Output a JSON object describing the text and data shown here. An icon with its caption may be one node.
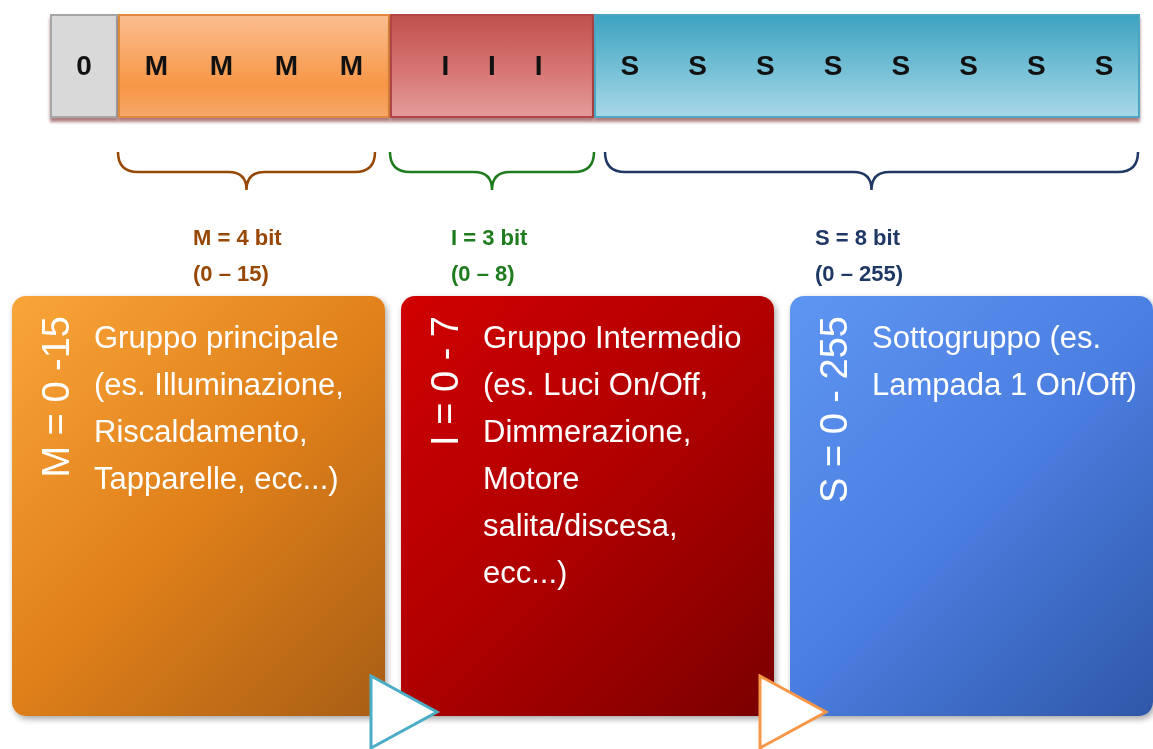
{
  "diagram": {
    "nodes": [
      {
        "text": [
          "0"
        ]
      },
      {
        "text": [
          "M",
          "M",
          "M",
          "M"
        ]
      },
      {
        "text": [
          "I",
          "I",
          "I"
        ]
      },
      {
        "text": [
          "S",
          "S",
          "S",
          "S",
          "S",
          "S",
          "S",
          "S"
        ]
      },
      {
        "text": [
          "M = 0 -15",
          "Gruppo principale (es. Illuminazione, Riscaldamento, Tapparelle, ecc...)"
        ]
      },
      {
        "text": [
          "I = 0 - 7",
          "Gruppo Intermedio (es. Luci On/Off, Dimmerazione, Motore salita/discesa, ecc...)"
        ]
      },
      {
        "text": [
          "S = 0 - 255",
          "Sottogruppo (es. Lampada 1 On/Off)"
        ]
      }
    ],
    "edges": [
      {
        "from": 4,
        "to": 5,
        "arrow": "to",
        "color": "#4bacc6"
      },
      {
        "from": 5,
        "to": 6,
        "arrow": "to",
        "color": "#f79646"
      }
    ],
    "labels": [
      "M = 4 bit",
      "(0 – 15)",
      "I = 3 bit",
      "(0 – 8)",
      "S = 8 bit",
      "(0 – 255)"
    ]
  }
}
